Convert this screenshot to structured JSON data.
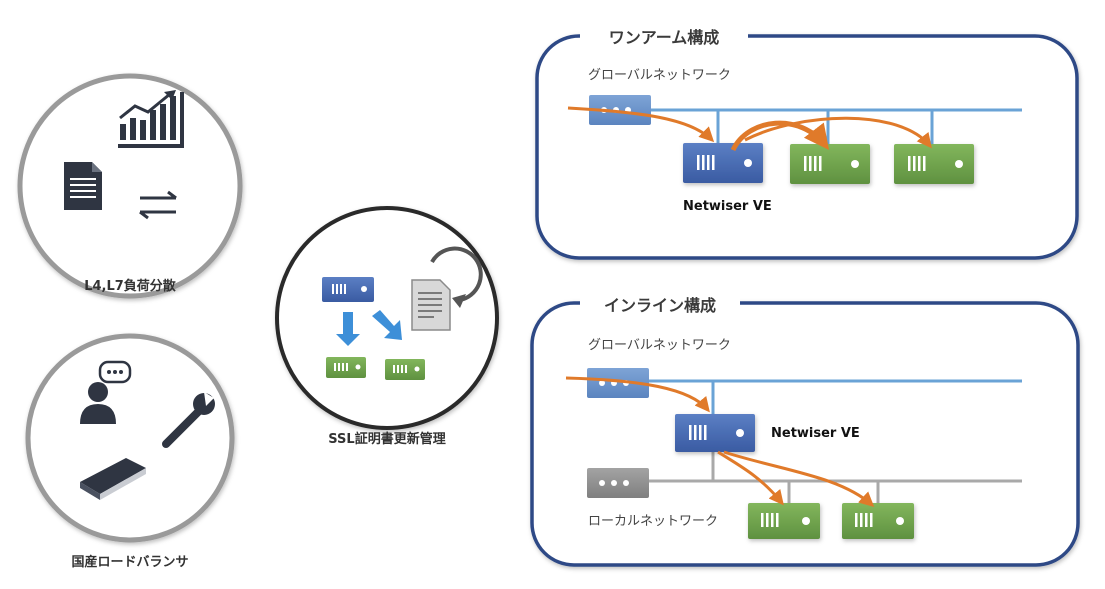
{
  "features": {
    "load_balancing": {
      "label": "L4,L7負荷分散"
    },
    "domestic_lb": {
      "label": "国産ロードバランサ"
    },
    "ssl": {
      "label": "SSL証明書更新管理"
    }
  },
  "one_arm": {
    "title": "ワンアーム構成",
    "network_label": "グローバルネットワーク",
    "device_label": "Netwiser VE"
  },
  "inline": {
    "title": "インライン構成",
    "global_label": "グローバルネットワーク",
    "local_label": "ローカルネットワーク",
    "device_label": "Netwiser VE"
  },
  "colors": {
    "frame_border": "#2e4a86",
    "circle_gray": "#9a9a9a",
    "circle_dark": "#2b2b2b",
    "device_blue": "#3f63ad",
    "device_green": "#6fa34b",
    "device_gray": "#8c8c8c",
    "network_blue": "#6aa3d6",
    "network_gray": "#a9a9a9",
    "arrow_orange": "#e07a2a",
    "arrow_blue": "#3d8fd8",
    "icon_dark": "#2f3542"
  }
}
